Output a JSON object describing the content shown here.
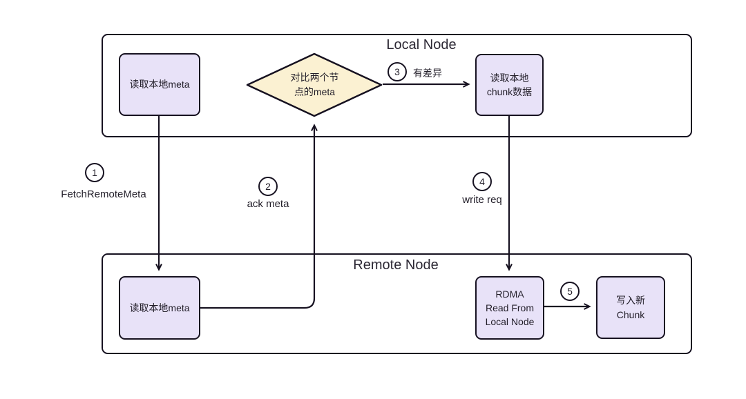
{
  "diagram": {
    "colors": {
      "background": "#ffffff",
      "node_fill": "#e8e2f8",
      "decision_fill": "#fbf1d2",
      "stroke": "#161120"
    },
    "containers": {
      "local": {
        "title": "Local Node"
      },
      "remote": {
        "title": "Remote Node"
      }
    },
    "nodes": {
      "local_meta": {
        "label": "读取本地meta"
      },
      "compare_meta": {
        "label": "对比两个节\n点的meta"
      },
      "local_chunk": {
        "label": "读取本地\nchunk数据"
      },
      "remote_meta": {
        "label": "读取本地meta"
      },
      "rdma_read": {
        "label": "RDMA\nRead From\nLocal Node"
      },
      "write_chunk": {
        "label": "写入新\nChunk"
      }
    },
    "steps": {
      "step1": {
        "num": "1",
        "label": "FetchRemoteMeta"
      },
      "step2": {
        "num": "2",
        "label": "ack meta"
      },
      "step3": {
        "num": "3",
        "label": "有差异"
      },
      "step4": {
        "num": "4",
        "label": "write req"
      },
      "step5": {
        "num": "5",
        "label": ""
      }
    }
  }
}
